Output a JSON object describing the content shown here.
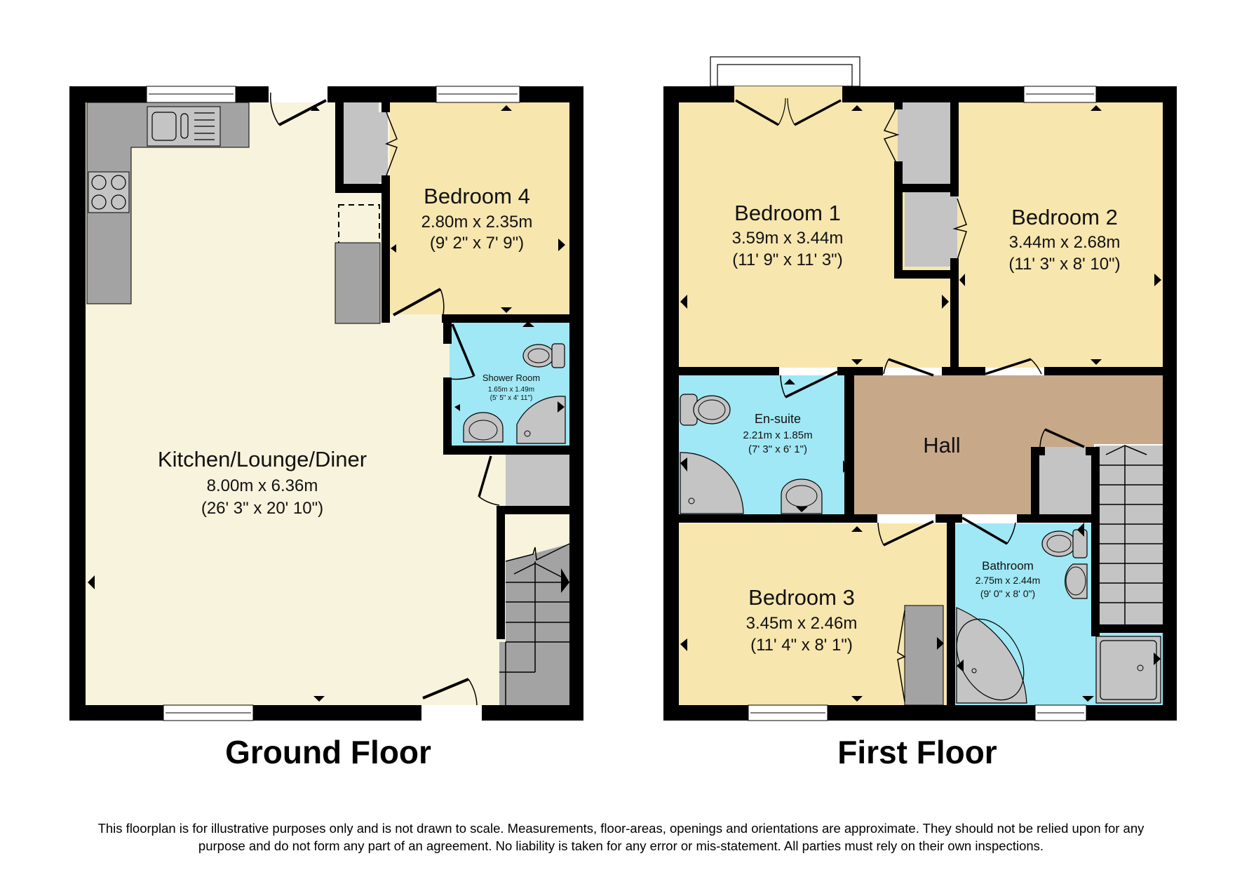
{
  "colors": {
    "wall": "#000000",
    "living": "#f8f3dc",
    "bedroom": "#f7e6ae",
    "wet_room": "#a0e8f5",
    "hall": "#c7a98a",
    "fixture_light": "#c4c4c4",
    "fixture_dark": "#a3a3a3"
  },
  "ground_floor": {
    "title": "Ground Floor",
    "rooms": [
      {
        "name": "Kitchen/Lounge/Diner",
        "metric": "8.00m x 6.36m",
        "imperial": "(26' 3\" x 20' 10\")"
      },
      {
        "name": "Bedroom 4",
        "metric": "2.80m x 2.35m",
        "imperial": "(9' 2\" x 7' 9\")"
      },
      {
        "name": "Shower Room",
        "metric": "1.65m x 1.49m",
        "imperial": "(5' 5\" x 4' 11\")"
      }
    ]
  },
  "first_floor": {
    "title": "First Floor",
    "rooms": [
      {
        "name": "Bedroom 1",
        "metric": "3.59m x 3.44m",
        "imperial": "(11' 9\" x 11' 3\")"
      },
      {
        "name": "Bedroom 2",
        "metric": "3.44m x 2.68m",
        "imperial": "(11' 3\" x 8' 10\")"
      },
      {
        "name": "En-suite",
        "metric": "2.21m x 1.85m",
        "imperial": "(7' 3\" x 6' 1\")"
      },
      {
        "name": "Hall",
        "metric": "",
        "imperial": ""
      },
      {
        "name": "Bedroom 3",
        "metric": "3.45m x 2.46m",
        "imperial": "(11' 4\" x 8' 1\")"
      },
      {
        "name": "Bathroom",
        "metric": "2.75m x 2.44m",
        "imperial": "(9' 0\" x 8' 0\")"
      }
    ]
  },
  "disclaimer": {
    "line1": "This floorplan is for illustrative purposes only and is not drawn to scale. Measurements, floor-areas, openings and orientations are approximate. They should not be relied upon for any",
    "line2": "purpose and do not form any part of an agreement. No liability is taken for any error or mis-statement. All parties must rely on their own inspections."
  }
}
